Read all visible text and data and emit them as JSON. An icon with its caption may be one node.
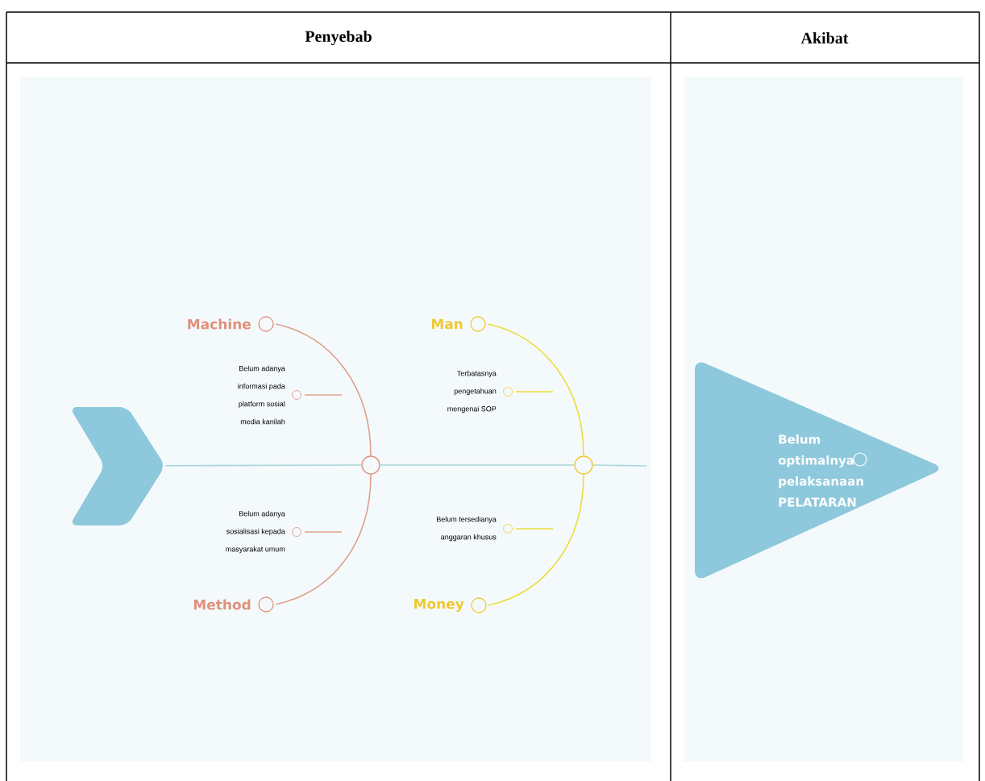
{
  "diagram": {
    "nodes": [
      {
        "text": [],
        "shape": "chevron"
      },
      {
        "text": [],
        "shape": "circle"
      },
      {
        "text": [],
        "shape": "circle"
      },
      {
        "text": [
          "Machine"
        ]
      },
      {
        "text": [
          "Belum adanya informasi pada platform sosial media kanilah"
        ]
      },
      {
        "text": [
          "Belum adanya sosialisasi kepada masyarakat umum"
        ]
      },
      {
        "text": [
          "Method"
        ]
      },
      {
        "text": [
          "Man"
        ]
      },
      {
        "text": [
          "Terbatasnya pengetahuan mengenai SOP"
        ]
      },
      {
        "text": [
          "Belum tersedianya anggaran khusus"
        ]
      },
      {
        "text": [
          "Money"
        ]
      },
      {
        "text": [
          "Belum optimalnya pelaksanaan PELATARAN"
        ]
      }
    ],
    "edges": [
      {
        "from": 0,
        "to": 1,
        "arrow": "none",
        "color": "#a9d6d6"
      },
      {
        "from": 1,
        "to": 2,
        "arrow": "none",
        "color": "#a9d6d6"
      },
      {
        "from": 2,
        "to": null,
        "arrow": "none",
        "color": "#a9d6d6"
      },
      {
        "from": 3,
        "to": 1,
        "arrow": "none",
        "color": "#dfa08c"
      },
      {
        "from": 6,
        "to": 1,
        "arrow": "none",
        "color": "#dfa08c"
      },
      {
        "from": 4,
        "to": null,
        "arrow": "none",
        "color": "#dfa08c"
      },
      {
        "from": 5,
        "to": null,
        "arrow": "none",
        "color": "#dfa08c"
      },
      {
        "from": 7,
        "to": 2,
        "arrow": "none",
        "color": "#ecdc3c"
      },
      {
        "from": 10,
        "to": 2,
        "arrow": "none",
        "color": "#ecdc3c"
      },
      {
        "from": 8,
        "to": null,
        "arrow": "none",
        "color": "#ecdc3c"
      },
      {
        "from": 9,
        "to": null,
        "arrow": "none",
        "color": "#ecdc3c"
      }
    ],
    "labels": [
      "Penyebab",
      "Akibat"
    ]
  }
}
